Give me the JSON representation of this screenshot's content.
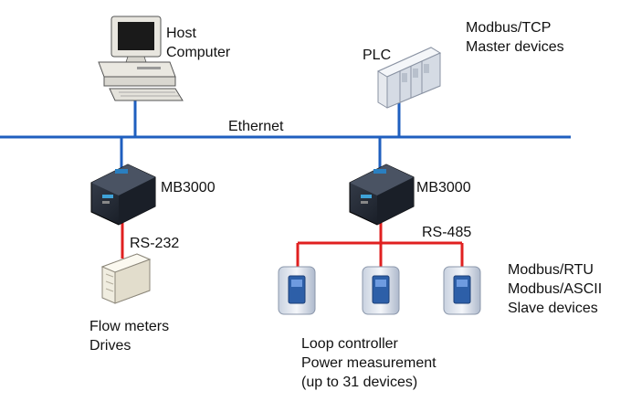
{
  "diagram": {
    "host": {
      "line1": "Host",
      "line2": "Computer"
    },
    "master": {
      "line1": "Modbus/TCP",
      "line2": "Master devices"
    },
    "plc_label": "PLC",
    "ethernet_label": "Ethernet",
    "gateway_left_label": "MB3000",
    "gateway_right_label": "MB3000",
    "rs232_label": "RS-232",
    "rs485_label": "RS-485",
    "flow": {
      "line1": "Flow meters",
      "line2": "Drives"
    },
    "loop": {
      "line1": "Loop controller",
      "line2": "Power measurement",
      "line3": "(up to 31 devices)"
    },
    "slave": {
      "line1": "Modbus/RTU",
      "line2": "Modbus/ASCII",
      "line3": "Slave devices"
    },
    "colors": {
      "ethernet": "#1f5fbf",
      "serial": "#e02020"
    }
  }
}
